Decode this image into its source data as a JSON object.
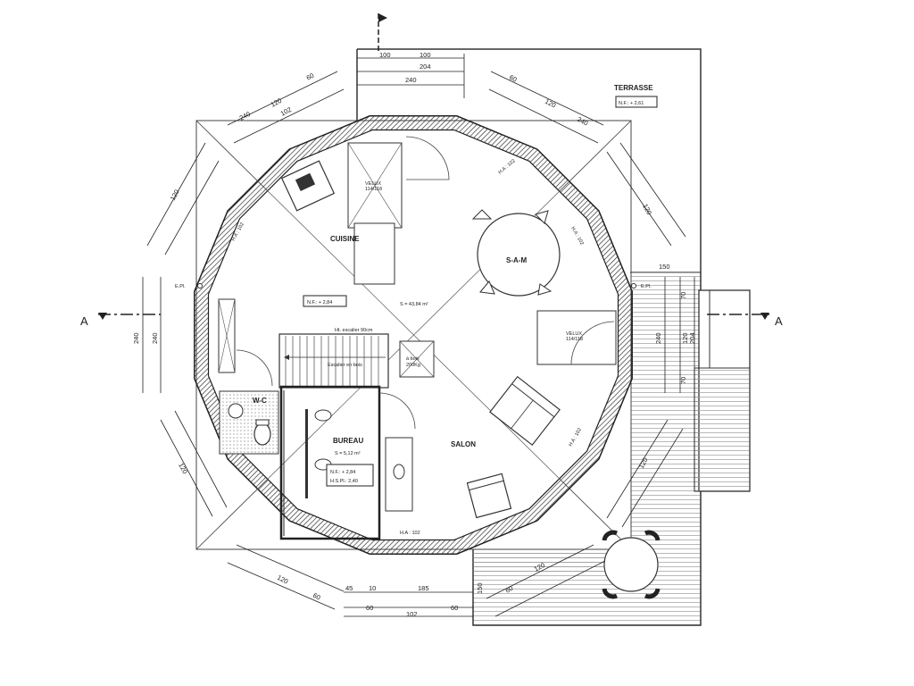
{
  "rooms": {
    "terrace": "TERRASSE",
    "terrace_level": "N.F.: + 2,61",
    "kitchen": "CUISINE",
    "dining": "S-A-M",
    "living": "SALON",
    "office": "BUREAU",
    "office_area": "S = 5,12 m²",
    "office_level": "N.F.: + 2,84",
    "office_ceiling": "H.S.Pl.: 2,40",
    "wc": "W-C",
    "main_level": "N.F.: + 2,84",
    "main_area": "S = 43,84 m²"
  },
  "labels": {
    "velux_1": "VELUX",
    "velux_1_size": "114/118",
    "velux_2": "VELUX",
    "velux_2_size": "114/118",
    "stair_note": "Ht. escalier 90cm",
    "stair_storage": "Escalier en bois",
    "wood_storage_1": "à bois",
    "wood_storage_2": "200Kg",
    "window_height_1": "H.A : 102",
    "window_height_2": "H.A : 102",
    "window_height_3": "H.A : 102",
    "window_height_4": "H.A : 102",
    "window_height_5": "H.A : 102",
    "floor_heating_left": "E.Pl.",
    "floor_heating_right": "E.Pl.",
    "section_left": "A",
    "section_right": "A"
  },
  "dimensions": {
    "top_1": "100",
    "top_2": "100",
    "top_3": "204",
    "top_4": "240",
    "top_5": "150",
    "bottom_1": "45",
    "bottom_2": "10",
    "bottom_3": "185",
    "bottom_4": "60",
    "bottom_5": "102",
    "bottom_6": "60",
    "bottom_7": "150",
    "left_1": "240",
    "left_2": "240",
    "right_1": "150",
    "right_2": "240",
    "right_3": "120",
    "right_4": "204",
    "right_5": "70",
    "right_6": "70",
    "diag_a": "60",
    "diag_b": "120",
    "diag_c": "102",
    "diag_d": "240"
  }
}
